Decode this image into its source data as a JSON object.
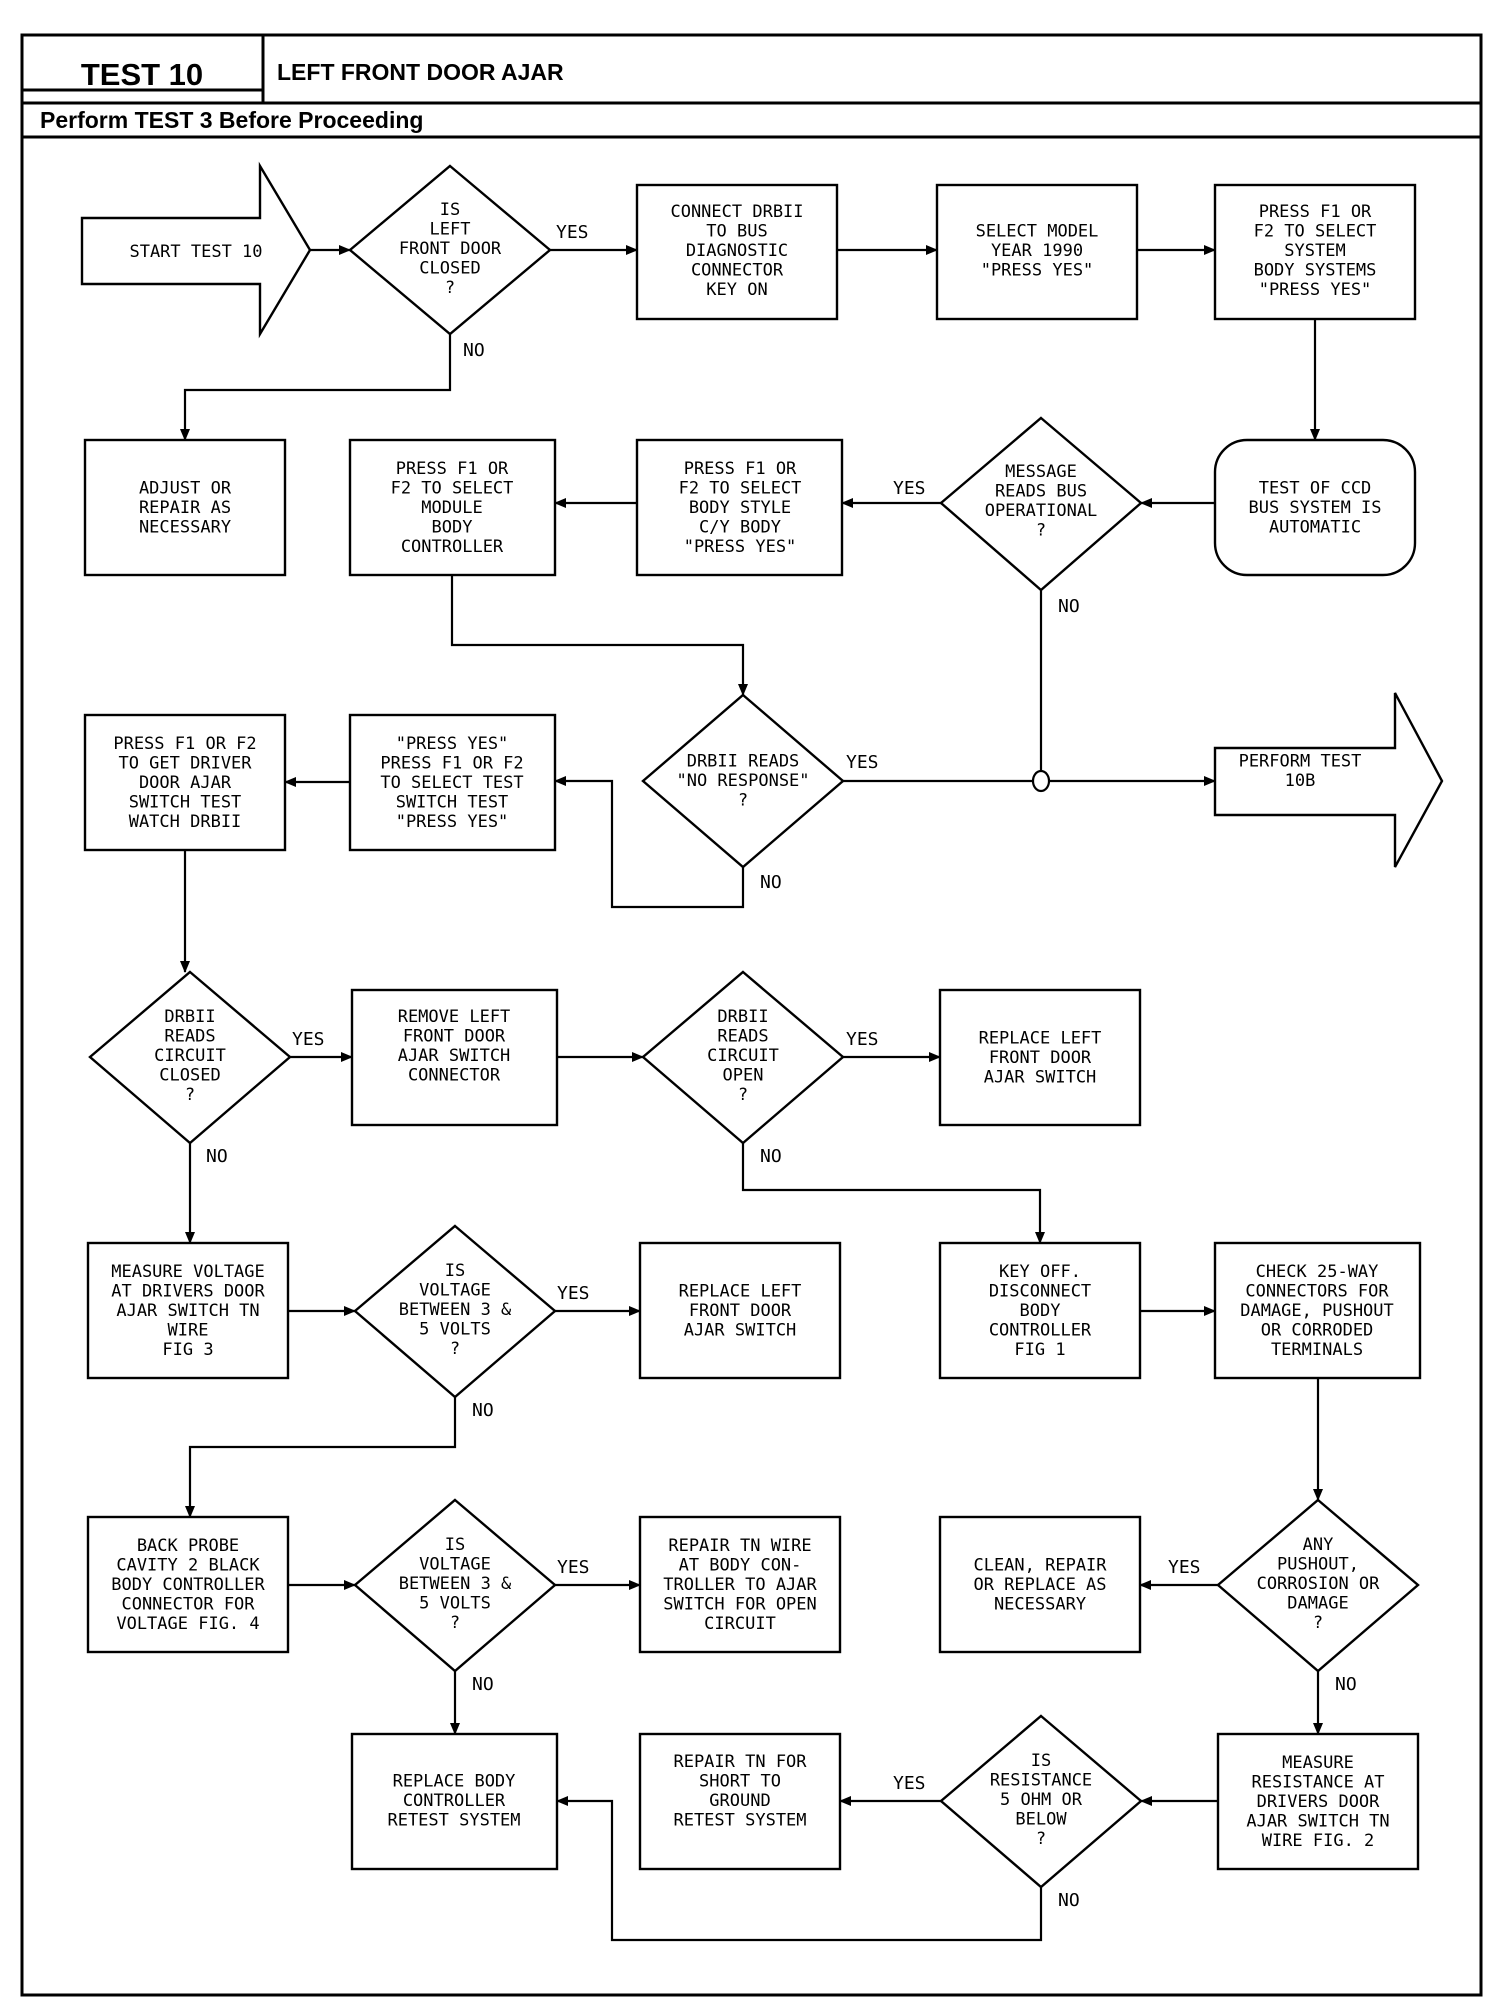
{
  "header": {
    "test_label": "TEST 10",
    "title": "LEFT FRONT DOOR AJAR",
    "note": "Perform TEST 3 Before Proceeding"
  },
  "nodes": {
    "start": [
      "START TEST 10"
    ],
    "q_door_closed": [
      "IS",
      "LEFT",
      "FRONT DOOR",
      "CLOSED",
      "?"
    ],
    "connect_drbii": [
      "CONNECT DRBII",
      "TO BUS",
      "DIAGNOSTIC",
      "CONNECTOR",
      "KEY ON"
    ],
    "select_model": [
      "SELECT MODEL",
      "YEAR 1990",
      "\"PRESS YES\""
    ],
    "select_system": [
      "PRESS F1 OR",
      "F2 TO SELECT",
      "SYSTEM",
      "BODY SYSTEMS",
      "\"PRESS YES\""
    ],
    "adjust_repair": [
      "ADJUST OR",
      "REPAIR AS",
      "NECESSARY"
    ],
    "select_module": [
      "PRESS F1 OR",
      "F2 TO SELECT",
      "MODULE",
      "BODY",
      "CONTROLLER"
    ],
    "select_body_style": [
      "PRESS F1 OR",
      "F2 TO SELECT",
      "BODY STYLE",
      "C/Y BODY",
      "\"PRESS YES\""
    ],
    "q_bus_operational": [
      "MESSAGE",
      "READS BUS",
      "OPERATIONAL",
      "?"
    ],
    "ccd_test": [
      "TEST OF CCD",
      "BUS SYSTEM IS",
      "AUTOMATIC"
    ],
    "driver_ajar_test": [
      "PRESS F1 OR F2",
      "TO GET DRIVER",
      "DOOR AJAR",
      "SWITCH TEST",
      "WATCH DRBII"
    ],
    "select_switch_test": [
      "\"PRESS YES\"",
      "PRESS F1 OR F2",
      "TO SELECT TEST",
      "SWITCH TEST",
      "\"PRESS YES\""
    ],
    "q_no_response": [
      "DRBII READS",
      "\"NO RESPONSE\"",
      "?"
    ],
    "perform_test": [
      "PERFORM TEST",
      "10B"
    ],
    "q_circuit_closed": [
      "DRBII",
      "READS",
      "CIRCUIT",
      "CLOSED",
      "?"
    ],
    "remove_connector": [
      "REMOVE LEFT",
      "FRONT DOOR",
      "AJAR SWITCH",
      "CONNECTOR"
    ],
    "q_circuit_open": [
      "DRBII",
      "READS",
      "CIRCUIT",
      "OPEN",
      "?"
    ],
    "replace_switch_1": [
      "REPLACE LEFT",
      "FRONT DOOR",
      "AJAR SWITCH"
    ],
    "measure_voltage": [
      "MEASURE VOLTAGE",
      "AT DRIVERS DOOR",
      "AJAR SWITCH TN",
      "WIRE",
      "FIG 3"
    ],
    "q_voltage_1": [
      "IS",
      "VOLTAGE",
      "BETWEEN 3 &",
      "5 VOLTS",
      "?"
    ],
    "replace_switch_2": [
      "REPLACE LEFT",
      "FRONT DOOR",
      "AJAR SWITCH"
    ],
    "key_off": [
      "KEY OFF.",
      "DISCONNECT",
      "BODY",
      "CONTROLLER",
      "FIG 1"
    ],
    "check_connectors": [
      "CHECK 25-WAY",
      "CONNECTORS FOR",
      "DAMAGE, PUSHOUT",
      "OR CORRODED",
      "TERMINALS"
    ],
    "back_probe": [
      "BACK PROBE",
      "CAVITY 2 BLACK",
      "BODY CONTROLLER",
      "CONNECTOR FOR",
      "VOLTAGE FIG. 4"
    ],
    "q_voltage_2": [
      "IS",
      "VOLTAGE",
      "BETWEEN 3 &",
      "5 VOLTS",
      "?"
    ],
    "repair_tn_open": [
      "REPAIR TN WIRE",
      "AT BODY CON-",
      "TROLLER TO AJAR",
      "SWITCH FOR OPEN",
      "CIRCUIT"
    ],
    "clean_repair": [
      "CLEAN, REPAIR",
      "OR REPLACE AS",
      "NECESSARY"
    ],
    "q_pushout": [
      "ANY",
      "PUSHOUT,",
      "CORROSION OR",
      "DAMAGE",
      "?"
    ],
    "replace_controller": [
      "REPLACE BODY",
      "CONTROLLER",
      "RETEST SYSTEM"
    ],
    "repair_tn_short": [
      "REPAIR TN FOR",
      "SHORT TO",
      "GROUND",
      "RETEST SYSTEM"
    ],
    "q_resistance": [
      "IS",
      "RESISTANCE",
      "5 OHM OR",
      "BELOW",
      "?"
    ],
    "measure_resistance": [
      "MEASURE",
      "RESISTANCE AT",
      "DRIVERS DOOR",
      "AJAR SWITCH TN",
      "WIRE FIG. 2"
    ]
  },
  "labels": {
    "yes": "YES",
    "no": "NO"
  }
}
